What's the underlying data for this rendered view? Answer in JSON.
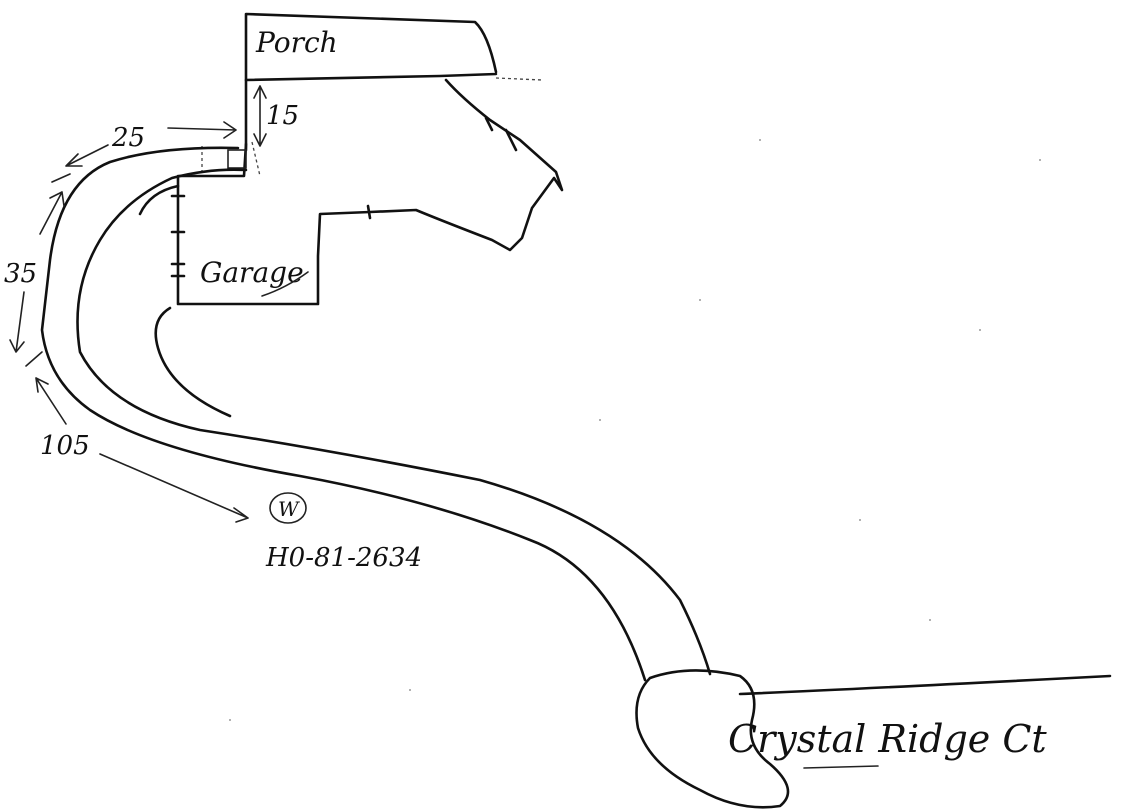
{
  "labels": {
    "porch": "Porch",
    "garage": "Garage",
    "street": "Crystal Ridge Ct",
    "meter_symbol": "W",
    "meter_id": "H0-81-2634"
  },
  "dimensions": {
    "d1": "25",
    "d2": "15",
    "d3": "35",
    "d4": "105"
  }
}
